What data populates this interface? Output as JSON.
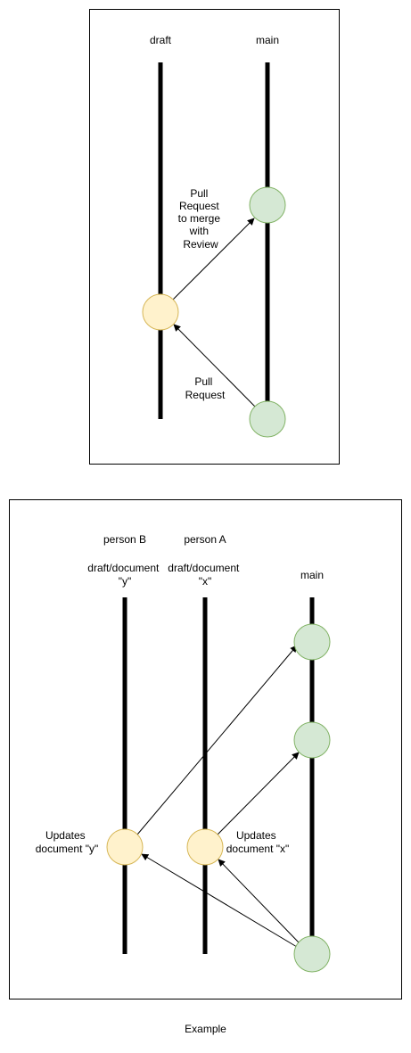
{
  "colors": {
    "commit_main_fill": "#d5e8d4",
    "commit_main_stroke": "#82b366",
    "commit_draft_fill": "#fff2cc",
    "commit_draft_stroke": "#d6b656",
    "line": "#000000"
  },
  "diagram1": {
    "branch_draft": "draft",
    "branch_main": "main",
    "arrow_to_main_label": [
      "Pull",
      "Request",
      "to merge",
      "with",
      "Review"
    ],
    "arrow_to_draft_label": [
      "Pull",
      "Request"
    ]
  },
  "diagram2": {
    "person_b": "person B",
    "person_a": "person A",
    "branch_y": [
      "draft/document",
      "\"y\""
    ],
    "branch_x": [
      "draft/document",
      "\"x\""
    ],
    "branch_main": "main",
    "update_y_label": [
      "Updates",
      "document \"y\""
    ],
    "update_x_label": [
      "Updates",
      "document \"x\""
    ]
  },
  "caption": "Example"
}
